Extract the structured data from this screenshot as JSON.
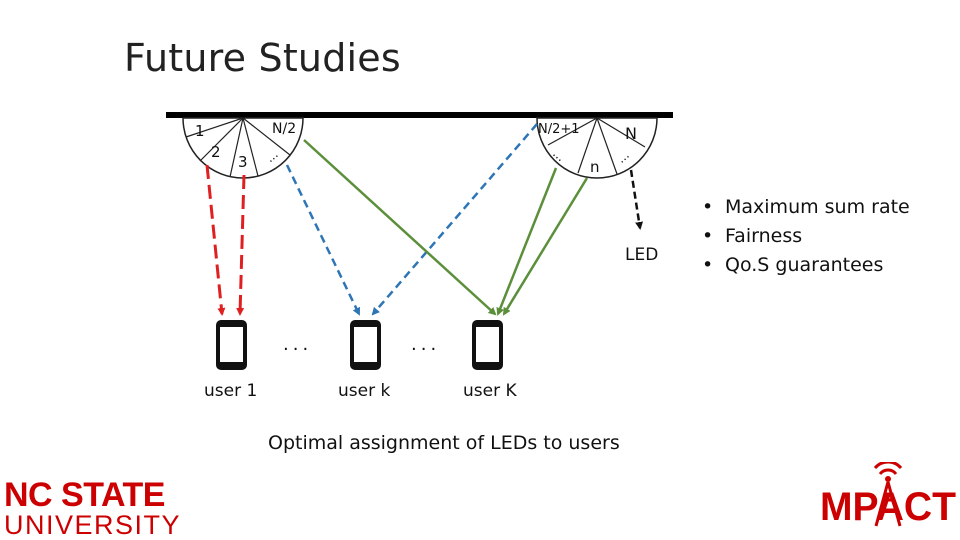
{
  "slide": {
    "title": "Future Studies",
    "bullets": [
      "Maximum sum rate",
      "Fairness",
      "Qo.S guarantees"
    ],
    "caption": "Optimal assignment of LEDs to users"
  },
  "diagram": {
    "left_luminaire": {
      "segments": [
        "1",
        "2",
        "3",
        "...",
        "N/2"
      ]
    },
    "right_luminaire": {
      "segments": [
        "N/2+1",
        "...",
        "n",
        "...",
        "N"
      ]
    },
    "led_label": "LED",
    "ellipsis": "...",
    "users": [
      "user 1",
      "user k",
      "user K"
    ],
    "colors": {
      "red_link": "#e02020",
      "blue_link": "#2e75b6",
      "green_link": "#5b8f3a",
      "ceiling": "#000000"
    }
  },
  "logos": {
    "ncsu": {
      "line1": "NC STATE",
      "line2": "UNIVERSITY",
      "color": "#cc0000"
    },
    "mpact": {
      "text": "MPACT",
      "color": "#cc0000"
    }
  }
}
